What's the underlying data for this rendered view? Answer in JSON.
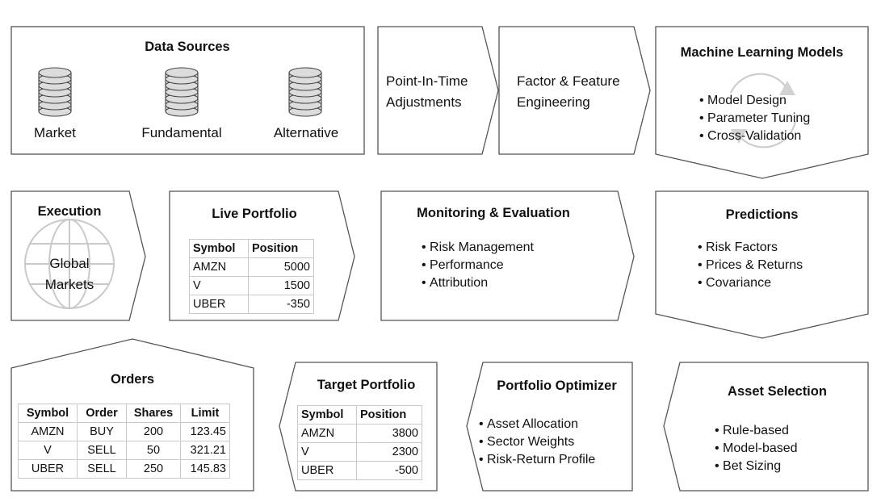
{
  "data_sources": {
    "title": "Data Sources",
    "items": [
      "Market",
      "Fundamental",
      "Alternative"
    ]
  },
  "pit": {
    "line1": "Point-In-Time",
    "line2": "Adjustments"
  },
  "factor": {
    "line1": "Factor & Feature",
    "line2": "Engineering"
  },
  "ml": {
    "title": "Machine Learning Models",
    "bullets": [
      "Model Design",
      "Parameter Tuning",
      "Cross-Validation"
    ]
  },
  "execution": {
    "title": "Execution",
    "line1": "Global",
    "line2": "Markets"
  },
  "live": {
    "title": "Live Portfolio",
    "headers": [
      "Symbol",
      "Position"
    ],
    "rows": [
      [
        "AMZN",
        "5000"
      ],
      [
        "V",
        "1500"
      ],
      [
        "UBER",
        "-350"
      ]
    ]
  },
  "monitoring": {
    "title": "Monitoring & Evaluation",
    "bullets": [
      "Risk Management",
      "Performance",
      "Attribution"
    ]
  },
  "predictions": {
    "title": "Predictions",
    "bullets": [
      "Risk Factors",
      "Prices & Returns",
      "Covariance"
    ]
  },
  "orders": {
    "title": "Orders",
    "headers": [
      "Symbol",
      "Order",
      "Shares",
      "Limit"
    ],
    "rows": [
      [
        "AMZN",
        "BUY",
        "200",
        "123.45"
      ],
      [
        "V",
        "SELL",
        "50",
        "321.21"
      ],
      [
        "UBER",
        "SELL",
        "250",
        "145.83"
      ]
    ]
  },
  "target": {
    "title": "Target Portfolio",
    "headers": [
      "Symbol",
      "Position"
    ],
    "rows": [
      [
        "AMZN",
        "3800"
      ],
      [
        "V",
        "2300"
      ],
      [
        "UBER",
        "-500"
      ]
    ]
  },
  "optimizer": {
    "title": "Portfolio Optimizer",
    "bullets": [
      "Asset Allocation",
      "Sector Weights",
      "Risk-Return Profile"
    ]
  },
  "asset_selection": {
    "title": "Asset Selection",
    "bullets": [
      "Rule-based",
      "Model-based",
      "Bet Sizing"
    ]
  }
}
